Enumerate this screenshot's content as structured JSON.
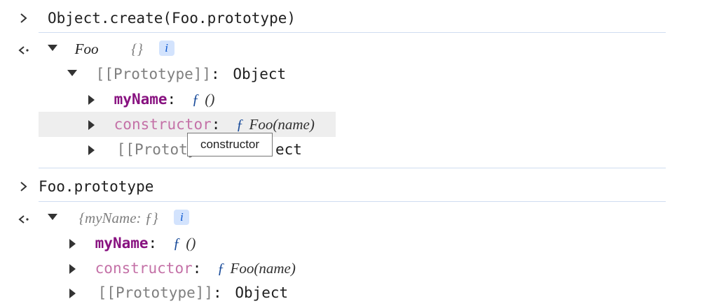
{
  "entries": [
    {
      "input": "Object.create(Foo.prototype)",
      "result": {
        "label": "Foo",
        "preview": "{}",
        "info": "i",
        "children": [
          {
            "key": "[[Prototype]]",
            "value": "Object",
            "children": [
              {
                "key": "myName",
                "f": "ƒ",
                "args": "()"
              },
              {
                "key": "constructor",
                "f": "ƒ",
                "fname": "Foo",
                "args": "(name)"
              },
              {
                "key": "[[Prototy",
                "value_tail": "ect"
              }
            ]
          }
        ]
      }
    },
    {
      "input": "Foo.prototype",
      "result": {
        "preview": "{myName: ƒ}",
        "info": "i",
        "children": [
          {
            "key": "myName",
            "f": "ƒ",
            "args": "()"
          },
          {
            "key": "constructor",
            "f": "ƒ",
            "fname": "Foo",
            "args": "(name)"
          },
          {
            "key": "[[Prototype]]",
            "value": "Object"
          }
        ]
      }
    }
  ],
  "tooltip": {
    "text": "constructor"
  },
  "punct": {
    "colon": ":"
  },
  "colors": {
    "key_strong": "#881280",
    "key_dim": "#c471a7",
    "function_f": "#1a4c9a",
    "separator": "#cfdcf0",
    "badge_bg": "#d3e3fd",
    "row_highlight": "#eeeeee"
  },
  "icons": {
    "input_prompt": "chevron-right-icon",
    "result_prompt": "return-arrow-icon",
    "expanded": "triangle-down-icon",
    "collapsed": "triangle-right-icon"
  }
}
